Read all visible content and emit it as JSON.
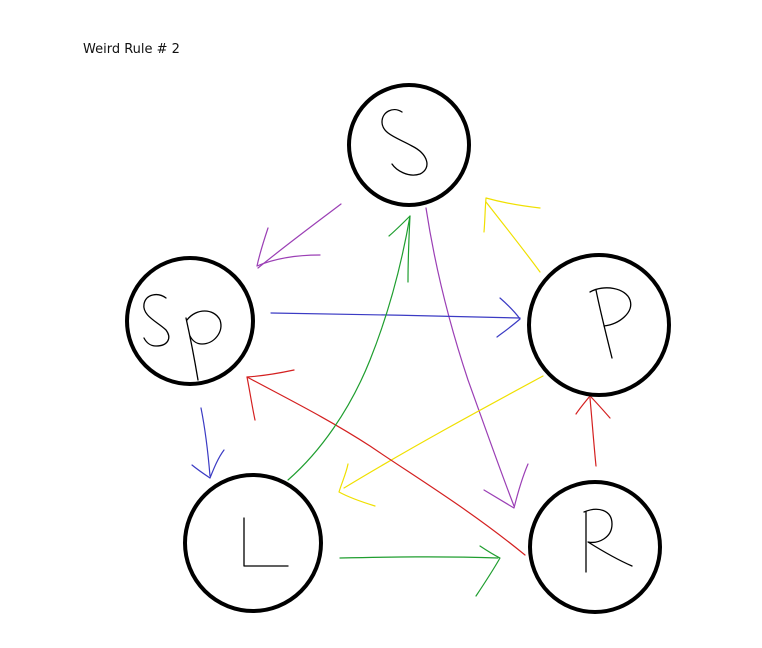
{
  "title": "Weird Rule # 2",
  "nodes": [
    {
      "id": "S",
      "label": "S"
    },
    {
      "id": "Sp",
      "label": "Sp"
    },
    {
      "id": "P",
      "label": "P"
    },
    {
      "id": "L",
      "label": "L"
    },
    {
      "id": "R",
      "label": "R"
    }
  ],
  "edges": [
    {
      "from": "S",
      "to": "Sp",
      "color": "#9b3fb5"
    },
    {
      "from": "S",
      "to": "R",
      "color": "#9b3fb5"
    },
    {
      "from": "Sp",
      "to": "P",
      "color": "#3b3bc4"
    },
    {
      "from": "Sp",
      "to": "L",
      "color": "#3b3bc4"
    },
    {
      "from": "P",
      "to": "S",
      "color": "#f0e000"
    },
    {
      "from": "P",
      "to": "L",
      "color": "#f0e000"
    },
    {
      "from": "R",
      "to": "P",
      "color": "#d42020"
    },
    {
      "from": "R",
      "to": "Sp",
      "color": "#d42020"
    },
    {
      "from": "L",
      "to": "S",
      "color": "#1f9e2f"
    },
    {
      "from": "L",
      "to": "R",
      "color": "#1f9e2f"
    }
  ]
}
